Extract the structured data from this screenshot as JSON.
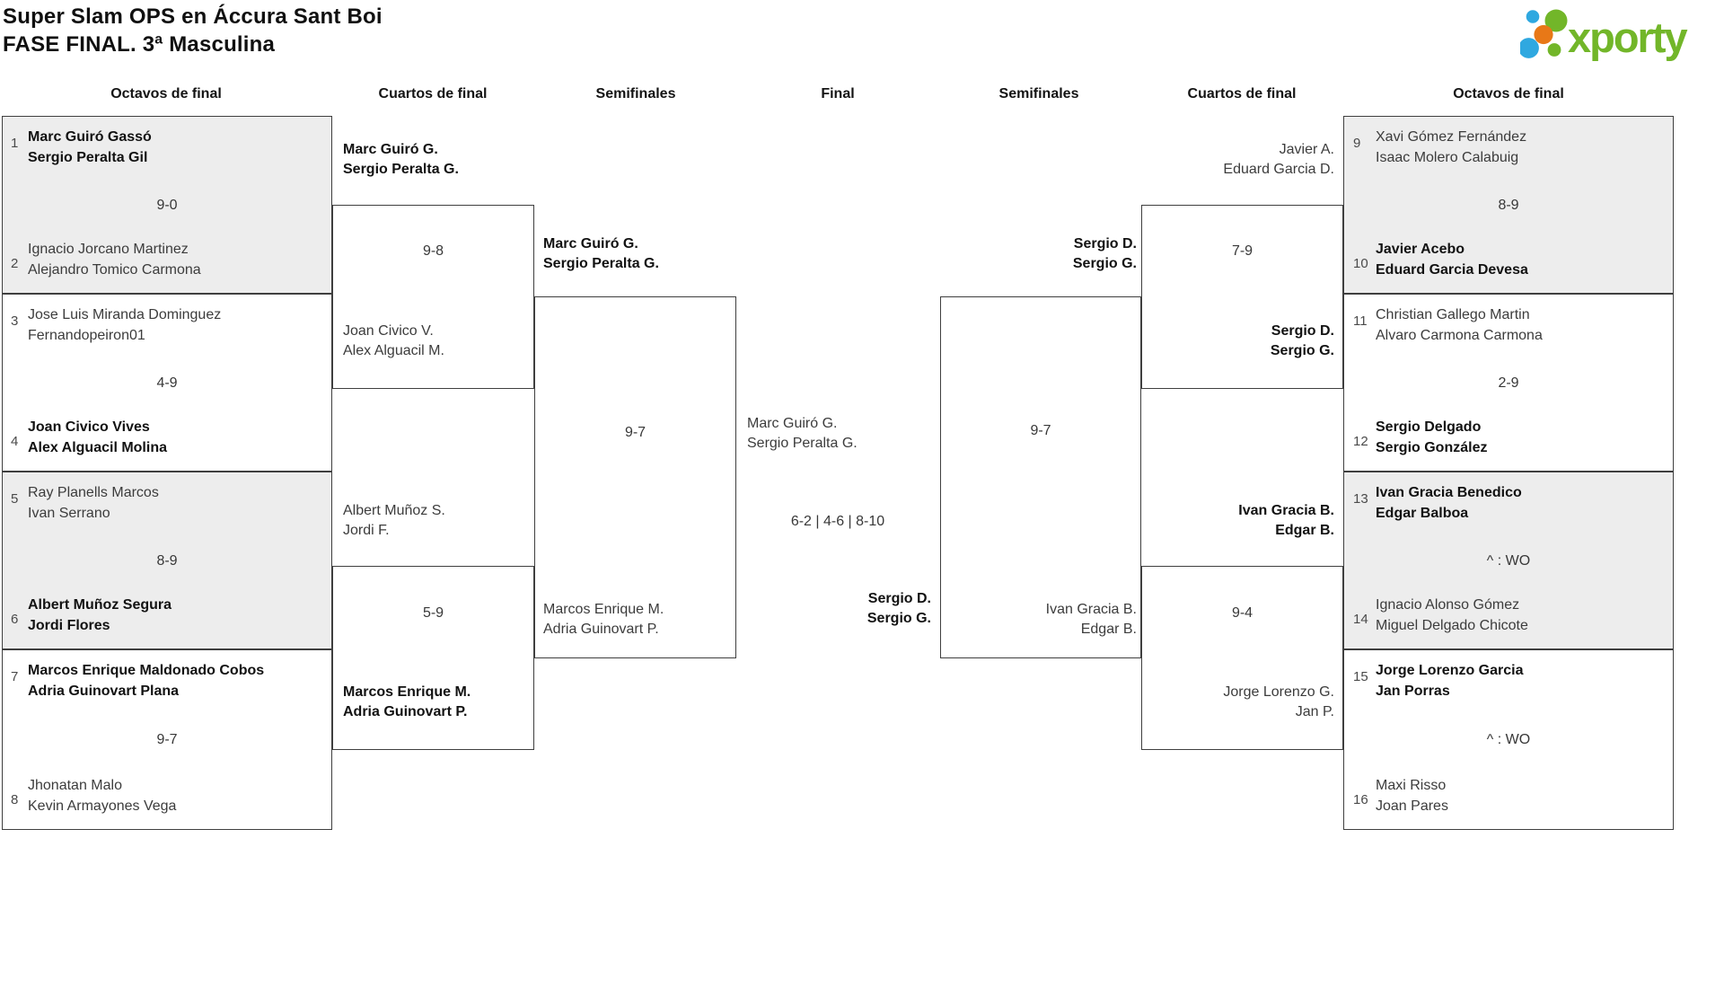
{
  "title": {
    "line1": "Super Slam OPS en Áccura Sant Boi",
    "line2": "FASE FINAL. 3ª Masculina"
  },
  "logo": {
    "brand": "xporty",
    "colors": {
      "green": "#72b629",
      "blue": "#2fa8e0",
      "orange": "#e87817"
    }
  },
  "rounds": [
    "Octavos de final",
    "Cuartos de final",
    "Semifinales",
    "Final",
    "Semifinales",
    "Cuartos de final",
    "Octavos de final"
  ],
  "colors": {
    "box_border": "#3f3f3f",
    "shaded_box": "#ededed",
    "winner_text": "#121212",
    "normal_text": "#3c3c3c"
  },
  "matches": {
    "octavos_left": [
      {
        "seed_top": "1",
        "top": "Marc Guiró Gassó\nSergio Peralta Gil",
        "top_winner": true,
        "score": "9-0",
        "seed_bottom": "2",
        "bottom": "Ignacio Jorcano Martinez\nAlejandro Tomico Carmona",
        "bottom_winner": false,
        "shaded": true
      },
      {
        "seed_top": "3",
        "top": "Jose Luis Miranda Dominguez\nFernandopeiron01",
        "top_winner": false,
        "score": "4-9",
        "seed_bottom": "4",
        "bottom": "Joan Civico Vives\nAlex Alguacil Molina",
        "bottom_winner": true,
        "shaded": false
      },
      {
        "seed_top": "5",
        "top": "Ray Planells Marcos\nIvan Serrano",
        "top_winner": false,
        "score": "8-9",
        "seed_bottom": "6",
        "bottom": "Albert Muñoz Segura\nJordi Flores",
        "bottom_winner": true,
        "shaded": true
      },
      {
        "seed_top": "7",
        "top": "Marcos Enrique Maldonado Cobos\nAdria Guinovart Plana",
        "top_winner": true,
        "score": "9-7",
        "seed_bottom": "8",
        "bottom": "Jhonatan Malo\nKevin Armayones Vega",
        "bottom_winner": false,
        "shaded": false
      }
    ],
    "cuartos_left": [
      {
        "top": "Marc Guiró G.\nSergio Peralta G.",
        "top_winner": true,
        "score": "9-8",
        "bottom": "Joan Civico V.\nAlex Alguacil M.",
        "bottom_winner": false
      },
      {
        "top": "Albert Muñoz S.\nJordi F.",
        "top_winner": false,
        "score": "5-9",
        "bottom": "Marcos Enrique M.\nAdria Guinovart P.",
        "bottom_winner": true
      }
    ],
    "semifinales_left": {
      "top": "Marc Guiró G.\nSergio Peralta G.",
      "top_winner": true,
      "score": "9-7",
      "bottom": "Marcos Enrique M.\nAdria Guinovart P.",
      "bottom_winner": false
    },
    "final": {
      "top": "Marc Guiró G.\nSergio Peralta G.",
      "top_winner": false,
      "score": "6-2 | 4-6 | 8-10",
      "bottom": "Sergio D.\nSergio G.",
      "bottom_winner": true
    },
    "semifinales_right": {
      "top": "Sergio D.\nSergio G.",
      "top_winner": true,
      "score": "9-7",
      "bottom": "Ivan Gracia B.\nEdgar B.",
      "bottom_winner": false
    },
    "cuartos_right": [
      {
        "top": "Javier A.\nEduard Garcia D.",
        "top_winner": false,
        "score": "7-9",
        "bottom": "Sergio D.\nSergio G.",
        "bottom_winner": true
      },
      {
        "top": "Ivan Gracia B.\nEdgar B.",
        "top_winner": true,
        "score": "9-4",
        "bottom": "Jorge Lorenzo G.\nJan P.",
        "bottom_winner": false
      }
    ],
    "octavos_right": [
      {
        "seed_top": "9",
        "top": "Xavi Gómez Fernández\nIsaac Molero Calabuig",
        "top_winner": false,
        "score": "8-9",
        "seed_bottom": "10",
        "bottom": "Javier Acebo\nEduard Garcia Devesa",
        "bottom_winner": true,
        "shaded": true
      },
      {
        "seed_top": "11",
        "top": "Christian Gallego Martin\nAlvaro Carmona Carmona",
        "top_winner": false,
        "score": "2-9",
        "seed_bottom": "12",
        "bottom": "Sergio Delgado\nSergio González",
        "bottom_winner": true,
        "shaded": false
      },
      {
        "seed_top": "13",
        "top": "Ivan Gracia Benedico\nEdgar Balboa",
        "top_winner": true,
        "score": "^ : WO",
        "seed_bottom": "14",
        "bottom": "Ignacio Alonso Gómez\nMiguel Delgado Chicote",
        "bottom_winner": false,
        "shaded": true
      },
      {
        "seed_top": "15",
        "top": "Jorge Lorenzo Garcia\nJan Porras",
        "top_winner": true,
        "score": "^ : WO",
        "seed_bottom": "16",
        "bottom": "Maxi Risso\nJoan Pares",
        "bottom_winner": false,
        "shaded": false
      }
    ]
  }
}
